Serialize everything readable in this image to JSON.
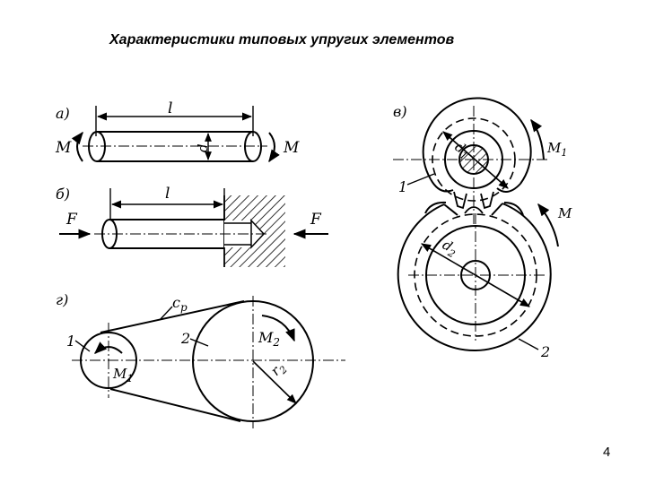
{
  "slide": {
    "title": "Характеристики типовых упругих элементов",
    "page_number": "4"
  },
  "figure_a": {
    "panel": "а)",
    "length": "l",
    "diameter": "d",
    "moment_left": "M",
    "moment_right": "M"
  },
  "figure_b": {
    "panel": "б)",
    "length": "l",
    "force_left": "F",
    "force_right": "F"
  },
  "figure_v": {
    "panel": "в)",
    "d1": "d",
    "d1_sub": "1",
    "d2": "d",
    "d2_sub": "2",
    "m1": "M",
    "m1_sub": "1",
    "m2": "M",
    "gear1": "1",
    "gear2": "2"
  },
  "figure_g": {
    "panel": "г)",
    "belt": "c",
    "belt_sub": "p",
    "pulley1": "1",
    "pulley2": "2",
    "m1": "M",
    "m1_sub": "1",
    "m2": "M",
    "m2_sub": "2",
    "r2": "r",
    "r2_sub": "2"
  }
}
